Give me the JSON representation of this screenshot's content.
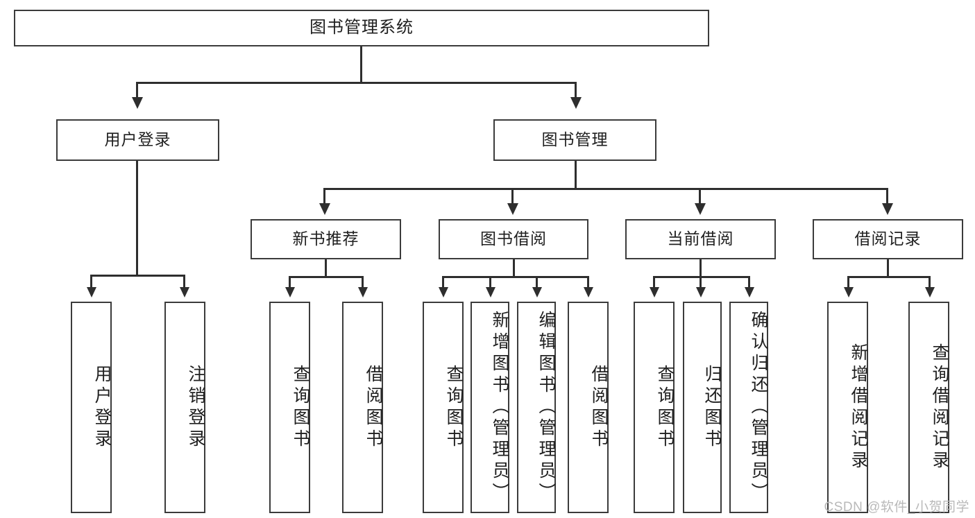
{
  "diagram": {
    "type": "tree-hierarchy",
    "title": "图书管理系统",
    "root": {
      "label": "图书管理系统"
    },
    "level1": [
      {
        "label": "用户登录"
      },
      {
        "label": "图书管理"
      }
    ],
    "level2": [
      {
        "label": "新书推荐"
      },
      {
        "label": "图书借阅"
      },
      {
        "label": "当前借阅"
      },
      {
        "label": "借阅记录"
      }
    ],
    "leaves": {
      "user_login": [
        {
          "label": "用户登录"
        },
        {
          "label": "注销登录"
        }
      ],
      "new_book_recommend": [
        {
          "label": "查询图书"
        },
        {
          "label": "借阅图书"
        }
      ],
      "book_borrow": [
        {
          "label": "查询图书"
        },
        {
          "label": "新增图书（管理员）"
        },
        {
          "label": "编辑图书（管理员）"
        },
        {
          "label": "借阅图书"
        }
      ],
      "current_borrow": [
        {
          "label": "查询图书"
        },
        {
          "label": "归还图书"
        },
        {
          "label": "确认归还（管理员）"
        }
      ],
      "borrow_record": [
        {
          "label": "新增借阅记录"
        },
        {
          "label": "查询借阅记录"
        }
      ]
    }
  },
  "watermark": {
    "text": "CSDN @软件_小贺同学"
  },
  "colors": {
    "border": "#3b3b3b",
    "line": "#2e2e2e",
    "text": "#1f1f1f",
    "background": "#ffffff",
    "watermark": "#b9b9b9"
  }
}
